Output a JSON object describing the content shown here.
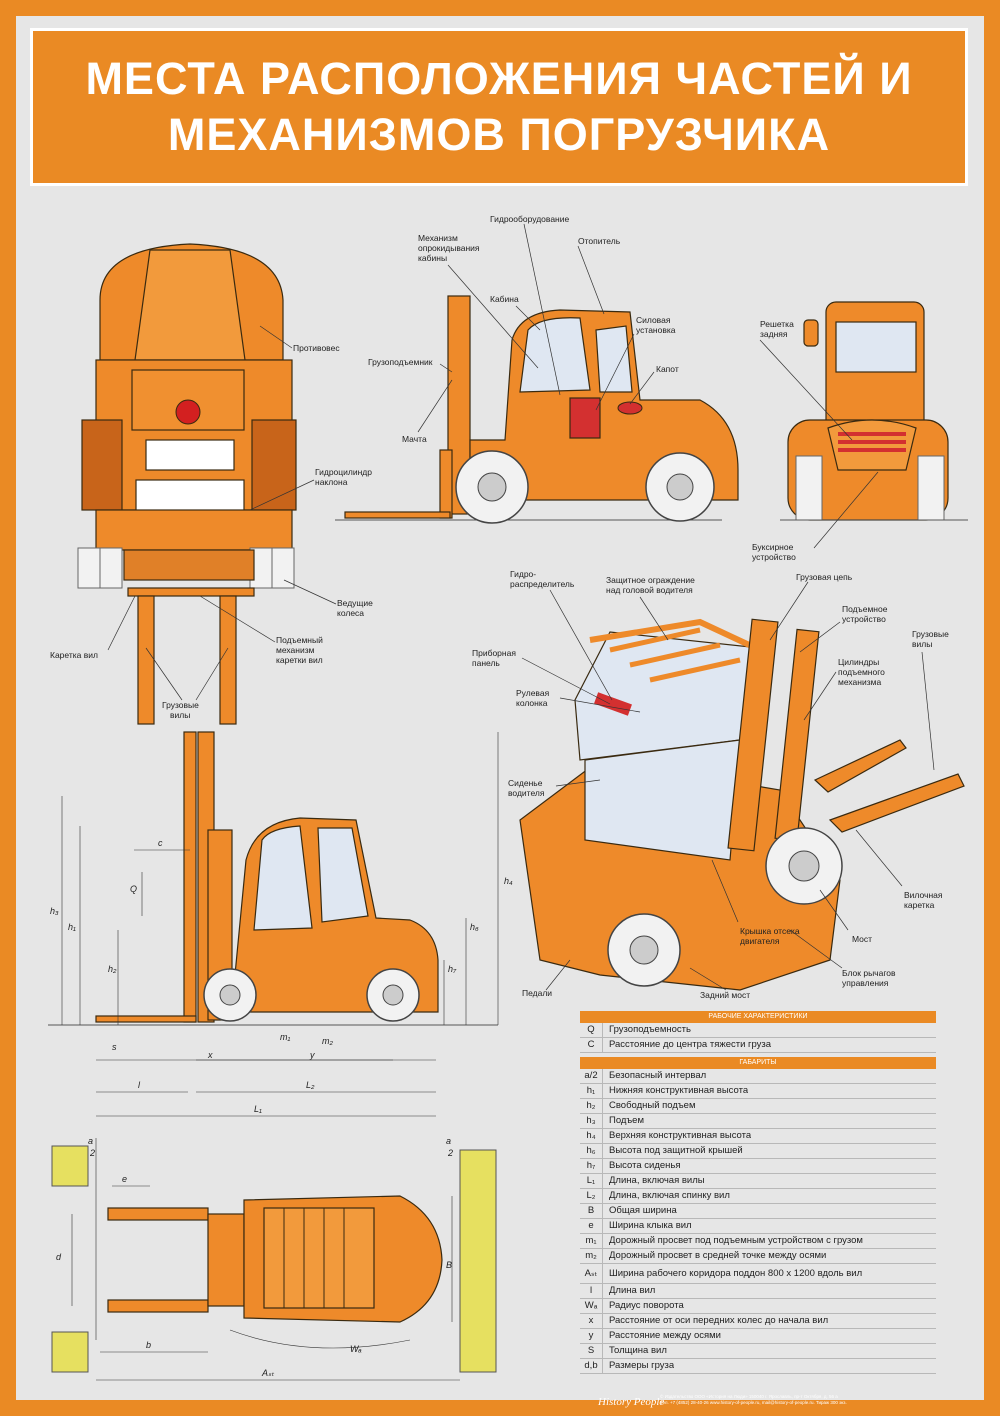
{
  "title": {
    "line1": "МЕСТА РАСПОЛОЖЕНИЯ ЧАСТЕЙ И",
    "line2": "МЕХАНИЗМОВ ПОГРУЗЧИКА"
  },
  "labels": {
    "protivoves": "Противовес",
    "gidrotsilindr_1": "Гидроцилиндр",
    "gidrotsilindr_2": "наклона",
    "vedushchie_1": "Ведущие",
    "vedushchie_2": "колеса",
    "karetka_vil": "Каретка вил",
    "podem_meh_1": "Подъемный",
    "podem_meh_2": "механизм",
    "podem_meh_3": "каретки вил",
    "gruz_vily_front_1": "Грузовые",
    "gruz_vily_front_2": "вилы",
    "mekh_ogr_1": "Механизм",
    "mekh_ogr_2": "опрокидывания",
    "mekh_ogr_3": "кабины",
    "gidrooborud": "Гидрооборудование",
    "otopitel": "Отопитель",
    "kabina": "Кабина",
    "silovaya_1": "Силовая",
    "silovaya_2": "установка",
    "kapot": "Капот",
    "gruzopodemnik": "Грузоподъемник",
    "machta": "Мачта",
    "reshetka_1": "Решетка",
    "reshetka_2": "задняя",
    "buksir_1": "Буксирное",
    "buksir_2": "устройство",
    "gidrorasp_1": "Гидро-",
    "gidrorasp_2": "распределитель",
    "zashch_1": "Защитное ограждение",
    "zashch_2": "над головой водителя",
    "gruz_tsep": "Грузовая цепь",
    "podem_ustr_1": "Подъемное",
    "podem_ustr_2": "устройство",
    "gruz_vily_side_1": "Грузовые",
    "gruz_vily_side_2": "вилы",
    "pribor_1": "Приборная",
    "pribor_2": "панель",
    "tsilindry_1": "Цилиндры",
    "tsilindry_2": "подъемного",
    "tsilindry_3": "механизма",
    "rulevaya_1": "Рулевая",
    "rulevaya_2": "колонка",
    "sidenie_1": "Сиденье",
    "sidenie_2": "водителя",
    "vilochnaya_1": "Вилочная",
    "vilochnaya_2": "каретка",
    "kryshka_1": "Крышка отсека",
    "kryshka_2": "двигателя",
    "most": "Мост",
    "blok_1": "Блок рычагов",
    "blok_2": "управления",
    "pedali": "Педали",
    "zadniy_most": "Задний мост"
  },
  "dims": {
    "c": "c",
    "Q": "Q",
    "h3": "h₃",
    "h1": "h₁",
    "h2": "h₂",
    "h4": "h₄",
    "h6": "h₆",
    "h7": "h₇",
    "s": "s",
    "x": "x",
    "y": "y",
    "m1": "m₁",
    "m2": "m₂",
    "l": "l",
    "L2": "L₂",
    "L1": "L₁",
    "a2_left": "a",
    "a2_left_d": "2",
    "a2_right": "a",
    "a2_right_d": "2",
    "e": "e",
    "d": "d",
    "B": "B",
    "b": "b",
    "Wa": "Wₐ",
    "Ast": "Aₛₜ"
  },
  "spec": {
    "header_work": "Рабочие характеристики",
    "work": [
      {
        "sym": "Q",
        "text": "Грузоподъемность"
      },
      {
        "sym": "C",
        "text": "Расстояние до центра тяжести груза"
      }
    ],
    "header_dims": "Габариты",
    "dims": [
      {
        "sym": "a/2",
        "text": "Безопасный  интервал"
      },
      {
        "sym": "h₁",
        "text": "Нижняя конструктивная высота"
      },
      {
        "sym": "h₂",
        "text": "Свободный подъем"
      },
      {
        "sym": "h₃",
        "text": "Подъем"
      },
      {
        "sym": "h₄",
        "text": "Верхняя конструктивная высота"
      },
      {
        "sym": "h₆",
        "text": "Высота под защитной крышей"
      },
      {
        "sym": "h₇",
        "text": "Высота сиденья"
      },
      {
        "sym": "L₁",
        "text": "Длина, включая вилы"
      },
      {
        "sym": "L₂",
        "text": "Длина, включая спинку вил"
      },
      {
        "sym": "B",
        "text": "Общая ширина"
      },
      {
        "sym": "e",
        "text": "Ширина клыка вил"
      },
      {
        "sym": "m₁",
        "text": "Дорожный просвет под подъемным устройством с грузом"
      },
      {
        "sym": "m₂",
        "text": "Дорожный просвет в средней точке между осями"
      },
      {
        "sym": "Aₛₜ",
        "text": "Ширина рабочего коридора поддон 800 x 1200 вдоль вил",
        "tall": true
      },
      {
        "sym": "l",
        "text": "Длина вил"
      },
      {
        "sym": "Wₐ",
        "text": "Радиус поворота"
      },
      {
        "sym": "x",
        "text": "Расстояние от оси передних колес до начала вил"
      },
      {
        "sym": "y",
        "text": "Расстояние между осями"
      },
      {
        "sym": "S",
        "text": "Толщина вил"
      },
      {
        "sym": "d,b",
        "text": "Размеры груза"
      }
    ]
  },
  "footer": {
    "brand": "History People",
    "line1": "© Издательство ООО «История на Люди» 150040 г. Ярославль, пр-т Октября, д. 56 а",
    "line2": "Тел. +7 (4852) 28-40-26 www.history-of-people.ru, mail@history-of-people.ru. Тираж 300 экз."
  },
  "colors": {
    "background": "#ea8a24",
    "panel": "#e6e6e6",
    "machine": "#ee8a2a",
    "glass": "#dfe7f2",
    "wheel": "#f2f2f2"
  }
}
